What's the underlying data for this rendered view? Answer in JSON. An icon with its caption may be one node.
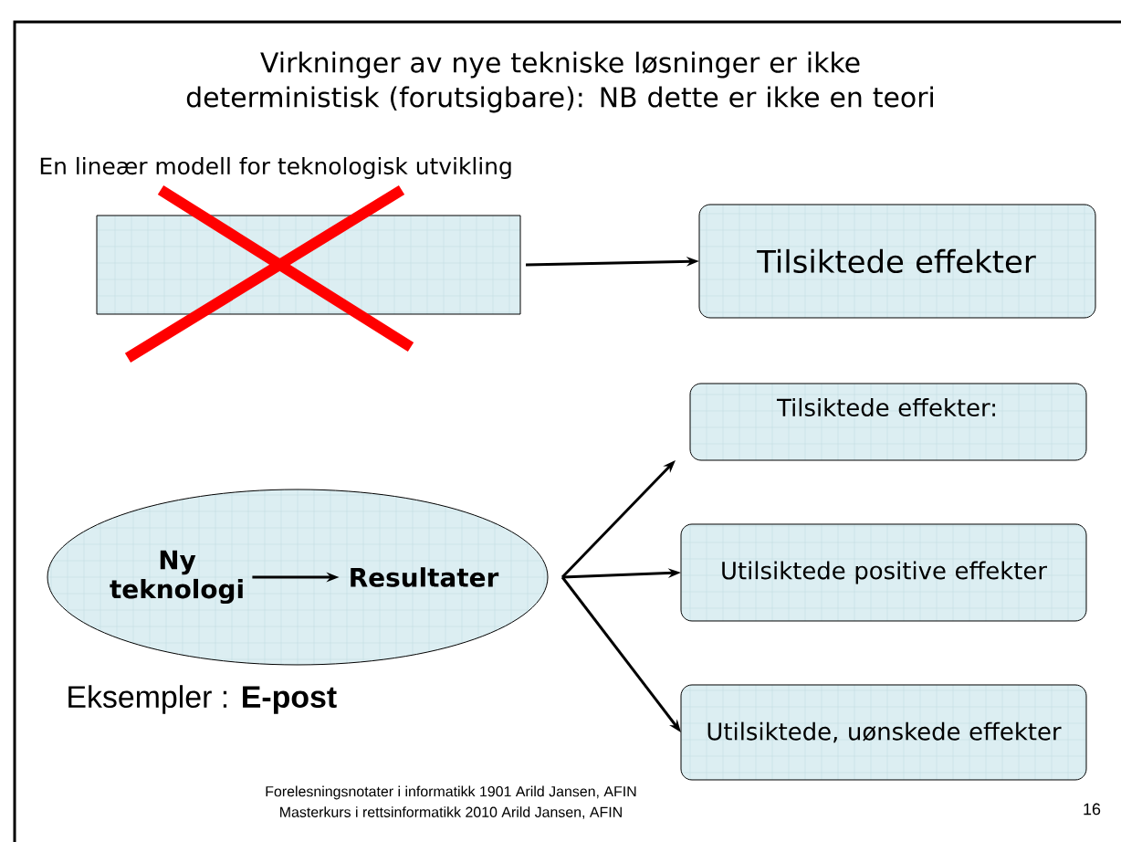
{
  "diagram": {
    "title": "Virkninger av nye tekniske løsninger er ikke deterministisk (forutsigbare): NB dette er ikke en teori",
    "nodes": [
      {
        "text": [],
        "shape": "box"
      },
      {
        "text": [
          "Tilsiktede effekter"
        ]
      },
      {
        "text": [],
        "shape": "ellipse"
      },
      {
        "text": [
          "Ny teknologi"
        ],
        "in": 2
      },
      {
        "text": [
          "Resultater"
        ],
        "in": 2
      },
      {
        "text": [
          "Tilsiktede effekter:"
        ]
      },
      {
        "text": [
          "Utilsiktede positive effekter"
        ]
      },
      {
        "text": [
          "Utilsiktede, uønskede effekter"
        ]
      }
    ],
    "edges": [
      {
        "from": 0,
        "to": 1,
        "arrow": "to"
      },
      {
        "from": 3,
        "to": 4,
        "arrow": "to"
      },
      {
        "from": 2,
        "to": 5,
        "arrow": "to"
      },
      {
        "from": 2,
        "to": 6,
        "arrow": "to"
      },
      {
        "from": 2,
        "to": 7,
        "arrow": "to"
      }
    ],
    "labels": [
      "En lineær modell for teknologisk utvikling",
      "Eksempler : **E-post**",
      "Forelesningsnotater i informatikk 1901 Arild Jansen, AFIN",
      "Masterkurs i rettsinformatikk 2010 Arild Jansen, AFIN",
      "16"
    ]
  }
}
